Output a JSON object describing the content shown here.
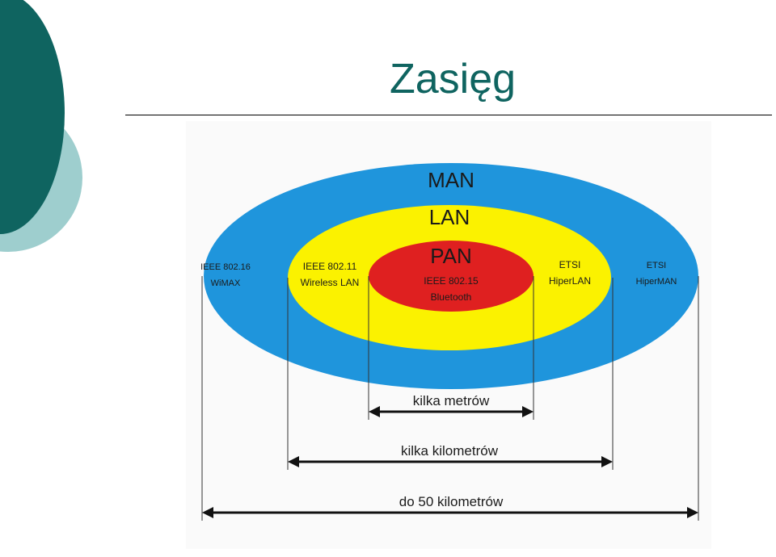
{
  "slide": {
    "title": "Zasięg"
  },
  "colors": {
    "accent_dark": "#0f6460",
    "accent_light": "#9ecece",
    "man": "#1f95dc",
    "lan": "#fbf200",
    "pan": "#df2020"
  },
  "diagram": {
    "man": {
      "label": "MAN",
      "left_line1": "IEEE 802.16",
      "left_line2": "WiMAX",
      "right_line1": "ETSI",
      "right_line2": "HiperMAN"
    },
    "lan": {
      "label": "LAN",
      "left_line1": "IEEE 802.11",
      "left_line2": "Wireless LAN",
      "right_line1": "ETSI",
      "right_line2": "HiperLAN"
    },
    "pan": {
      "label": "PAN",
      "line1": "IEEE 802.15",
      "line2": "Bluetooth"
    },
    "ranges": {
      "pan": "kilka metrów",
      "lan": "kilka kilometrów",
      "man": "do 50 kilometrów"
    }
  }
}
